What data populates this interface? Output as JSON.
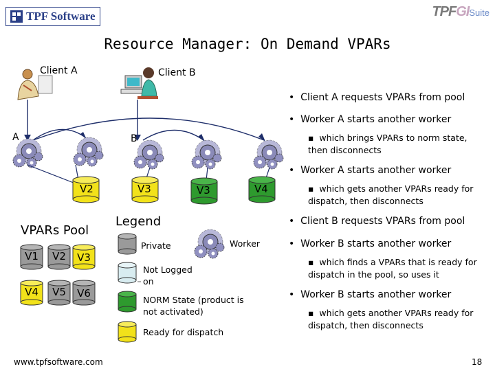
{
  "header": {
    "logo_text": "TPF Software",
    "suite_logo": {
      "tpf": "TPF",
      "gi": "GI",
      "suite": "Suite"
    }
  },
  "title": "Resource Manager: On Demand VPARs",
  "clients": {
    "a": "Client A",
    "b": "Client B"
  },
  "node_labels": {
    "a": "A",
    "b": "B"
  },
  "vpar_labels": [
    "V2",
    "V3",
    "V3",
    "V4"
  ],
  "pool": {
    "title": "VPARs Pool",
    "cells": [
      "V1",
      "V2",
      "V3",
      "V4",
      "V5",
      "V6"
    ]
  },
  "legend": {
    "title": "Legend",
    "private": "Private",
    "not_logged_on": "Not Logged on",
    "norm_state": "NORM State (product is not activated)",
    "ready": "Ready for dispatch",
    "worker": "Worker"
  },
  "bullets": [
    {
      "text": "Client A requests VPARs from pool",
      "sub": []
    },
    {
      "text": "Worker A starts another worker",
      "sub": [
        "which brings VPARs to norm state, then disconnects"
      ]
    },
    {
      "text": "Worker A starts another worker",
      "sub": [
        "which gets another VPARs ready for dispatch, then disconnects"
      ]
    },
    {
      "text": "Client B requests VPARs from pool",
      "sub": []
    },
    {
      "text": "Worker B starts another worker",
      "sub": [
        "which finds a VPARs that is ready for dispatch in the pool, so uses it"
      ]
    },
    {
      "text": "Worker B starts another worker",
      "sub": [
        "which gets another VPARs ready for dispatch, then disconnects"
      ]
    }
  ],
  "footer": {
    "url": "www.tpfsoftware.com",
    "page": "18"
  },
  "colors": {
    "private": "#9a9a9a",
    "not_logged_on": "#d8ecf0",
    "norm": "#2e9a2e",
    "ready": "#f2e21a",
    "gear": "#7a7ab0"
  }
}
